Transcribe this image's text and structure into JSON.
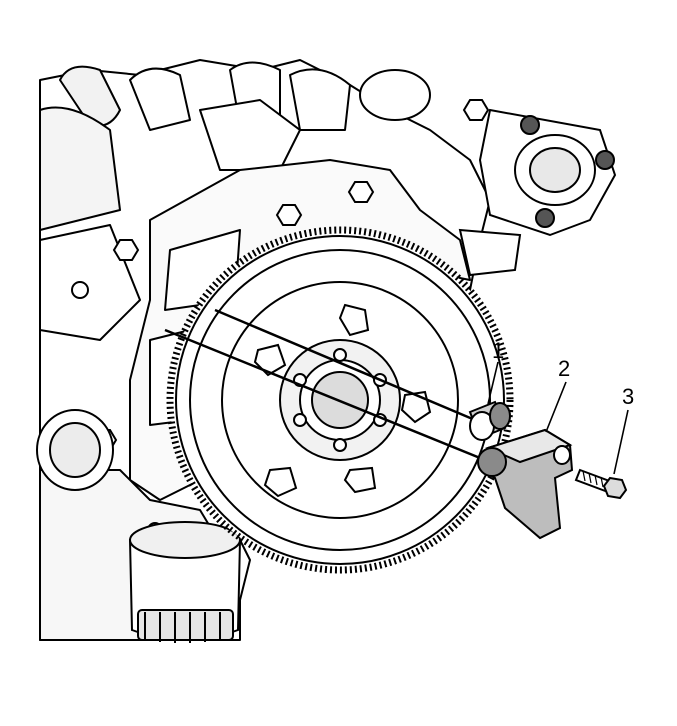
{
  "callouts": [
    {
      "id": "1",
      "label": "1"
    },
    {
      "id": "2",
      "label": "2"
    },
    {
      "id": "3",
      "label": "3"
    }
  ],
  "colors": {
    "line": "#000000",
    "part_fill": "#ffffff",
    "shade": "#cfcfcf",
    "dark_shade": "#8a8a8a"
  }
}
